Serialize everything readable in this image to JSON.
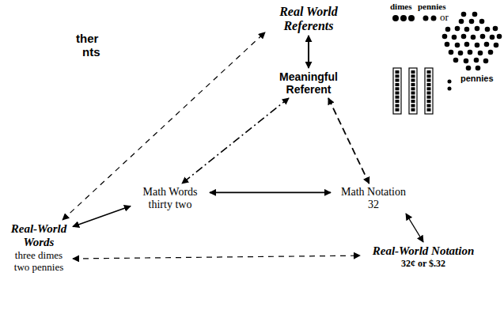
{
  "diagram": {
    "nodes": [
      {
        "text": [
          "Real World Referents"
        ]
      },
      {
        "text": [
          "Meaningful Referent"
        ]
      },
      {
        "text": [
          "Math Words",
          "thirty two"
        ]
      },
      {
        "text": [
          "Math Notation",
          "32"
        ]
      },
      {
        "text": [
          "Real-World Words",
          "three dimes two pennies"
        ]
      },
      {
        "text": [
          "Real-World Notation",
          "32¢ or $.32"
        ]
      }
    ],
    "edges": [
      {
        "from": 0,
        "to": 1,
        "arrow": "both"
      },
      {
        "from": 1,
        "to": 2,
        "arrow": "both"
      },
      {
        "from": 1,
        "to": 3,
        "arrow": "both"
      },
      {
        "from": 2,
        "to": 3,
        "arrow": "both"
      },
      {
        "from": 4,
        "to": 0,
        "arrow": "both"
      },
      {
        "from": 4,
        "to": 2,
        "arrow": "both"
      },
      {
        "from": 3,
        "to": 5,
        "arrow": "both"
      },
      {
        "from": 4,
        "to": 5,
        "arrow": "both"
      }
    ],
    "labels": [
      "dimes",
      "pennies",
      "or",
      "pennies",
      "ther",
      "nts"
    ]
  }
}
